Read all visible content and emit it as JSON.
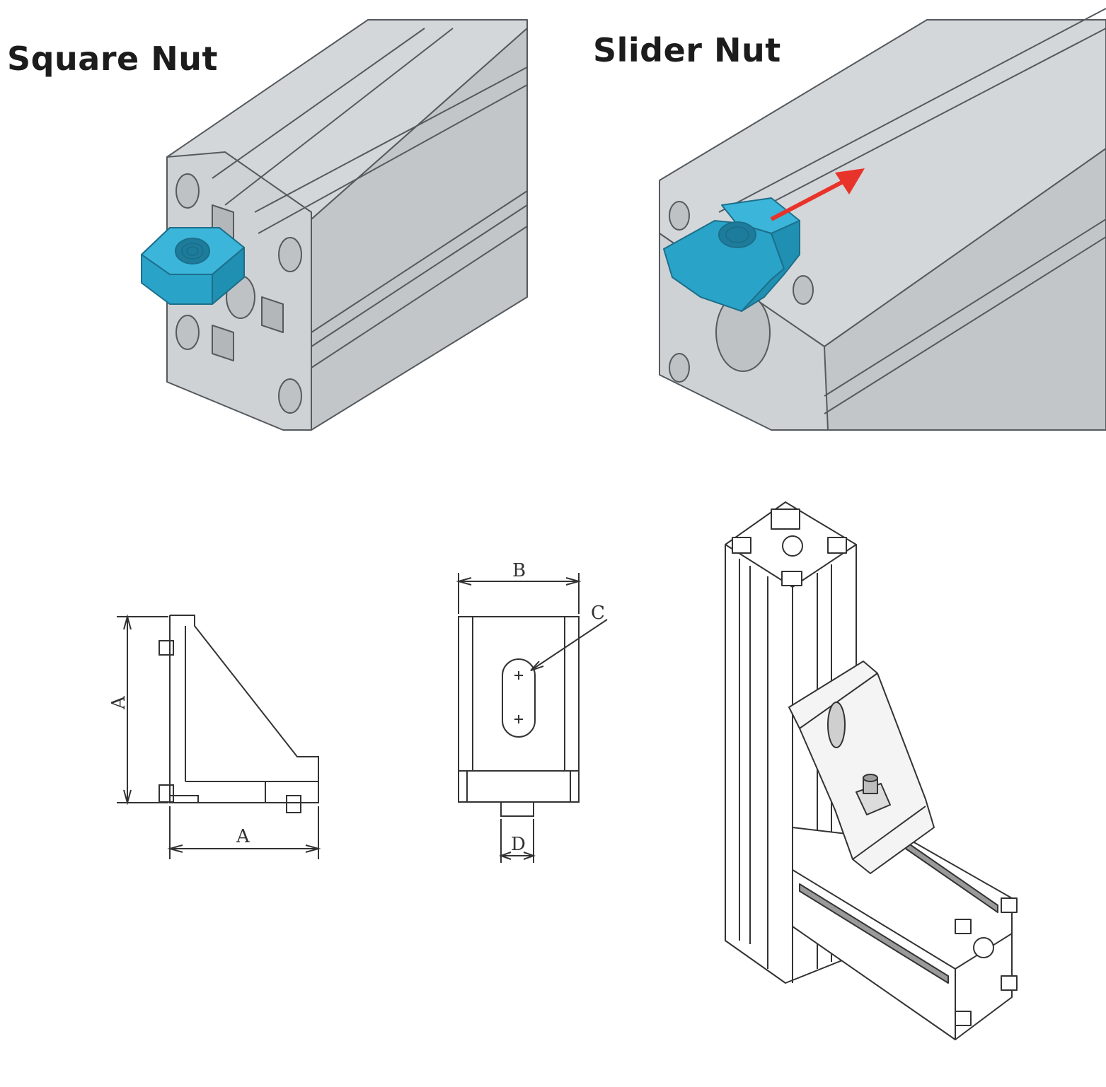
{
  "panels": {
    "square_nut": {
      "title": "Square Nut"
    },
    "slider_nut": {
      "title": "Slider Nut"
    }
  },
  "drawing": {
    "side_view": {
      "height_label": "A",
      "width_label": "A"
    },
    "front_view": {
      "width_label": "B",
      "slot_label": "C",
      "thickness_label": "D"
    }
  },
  "colors": {
    "aluminum": "#c9cccf",
    "aluminum_dark": "#a9adb1",
    "outline": "#555a5e",
    "nut_blue": "#2aa3c9",
    "arrow_red": "#e8332b"
  }
}
